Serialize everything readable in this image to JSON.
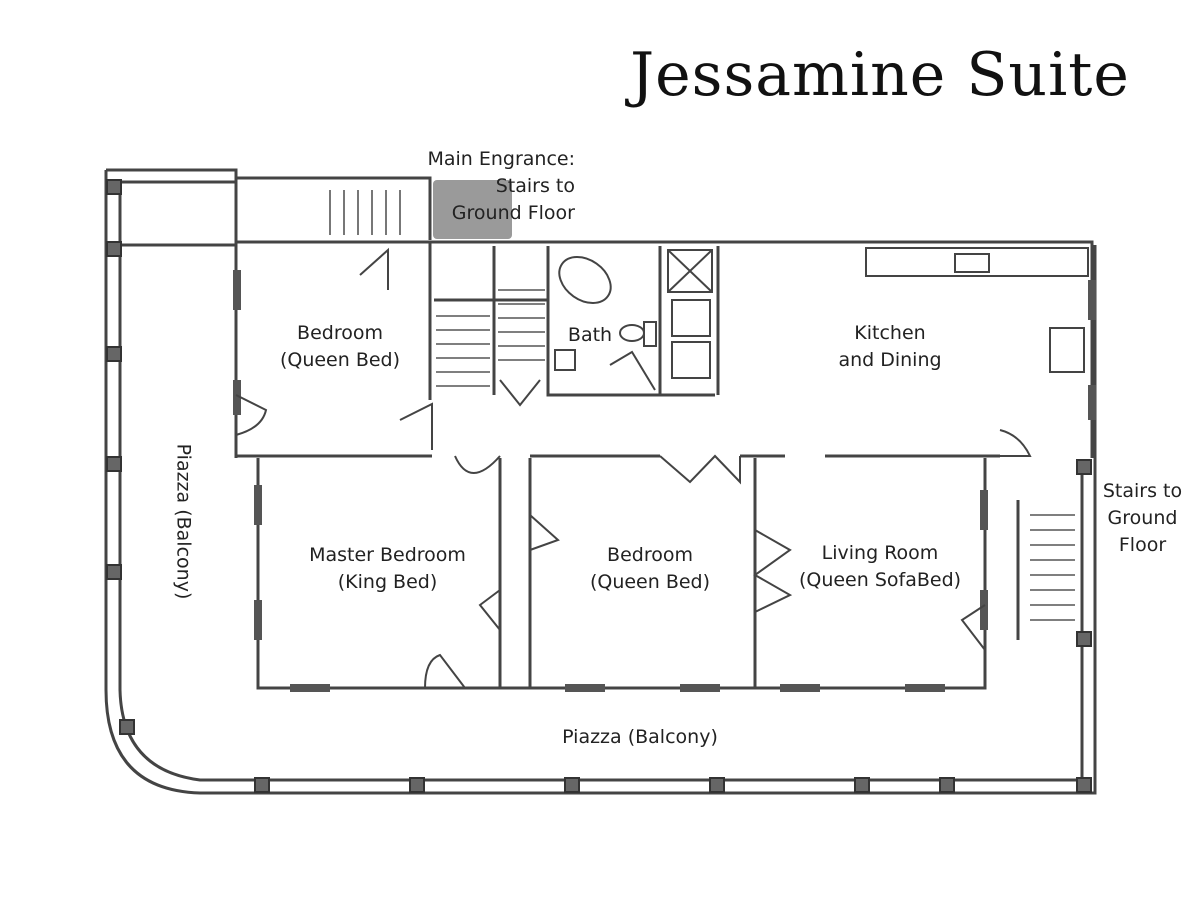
{
  "title": "Jessamine Suite",
  "colors": {
    "wall": "#444444",
    "window": "#555555",
    "entrance_highlight": "#9a9a9a"
  },
  "labels": {
    "main_entrance": [
      "Main Engrance:",
      "Stairs to",
      "Ground Floor"
    ],
    "bedroom_queen_1": [
      "Bedroom",
      "(Queen Bed)"
    ],
    "bath": [
      "Bath"
    ],
    "kitchen": [
      "Kitchen",
      "and Dining"
    ],
    "piazza_left": "Piazza (Balcony)",
    "stairs_right": [
      "Stairs to",
      "Ground",
      "Floor"
    ],
    "master_bedroom": [
      "Master Bedroom",
      "(King Bed)"
    ],
    "bedroom_queen_2": [
      "Bedroom",
      "(Queen Bed)"
    ],
    "living_room": [
      "Living Room",
      "(Queen SofaBed)"
    ],
    "piazza_bottom": "Piazza (Balcony)"
  }
}
